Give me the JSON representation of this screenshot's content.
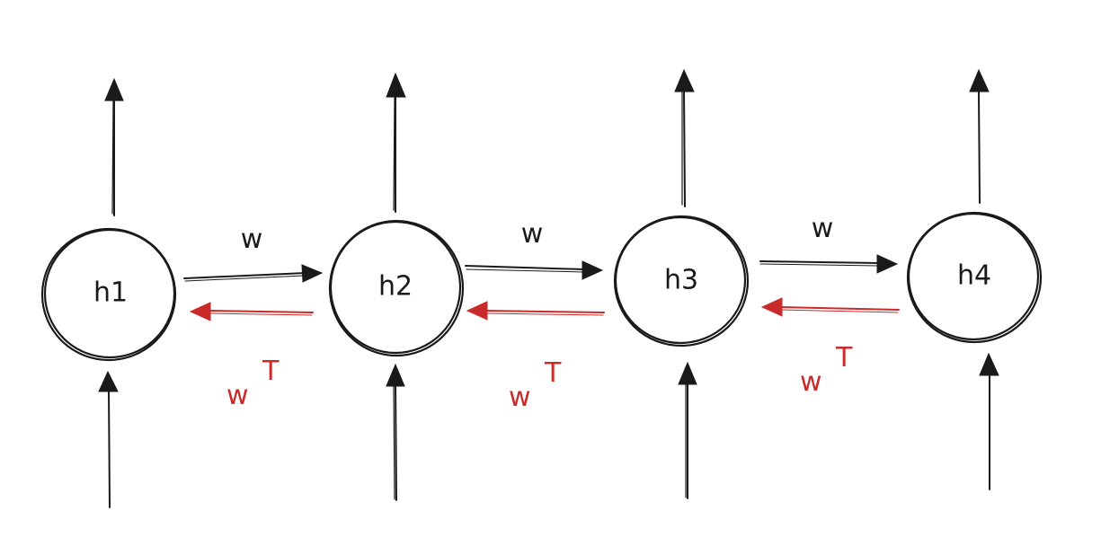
{
  "diagram": {
    "nodes": [
      {
        "id": "h1",
        "label": "h1"
      },
      {
        "id": "h2",
        "label": "h2"
      },
      {
        "id": "h3",
        "label": "h3"
      },
      {
        "id": "h4",
        "label": "h4"
      }
    ],
    "forward_edges": [
      {
        "from": "h1",
        "to": "h2",
        "label": "w"
      },
      {
        "from": "h2",
        "to": "h3",
        "label": "w"
      },
      {
        "from": "h3",
        "to": "h4",
        "label": "w"
      }
    ],
    "backward_edges": [
      {
        "from": "h2",
        "to": "h1",
        "label": "w",
        "superscript": "T"
      },
      {
        "from": "h3",
        "to": "h2",
        "label": "w",
        "superscript": "T"
      },
      {
        "from": "h4",
        "to": "h3",
        "label": "w",
        "superscript": "T"
      }
    ],
    "colors": {
      "forward": "#1a1a1a",
      "backward": "#c92a2a",
      "node_stroke": "#1a1a1a"
    }
  }
}
